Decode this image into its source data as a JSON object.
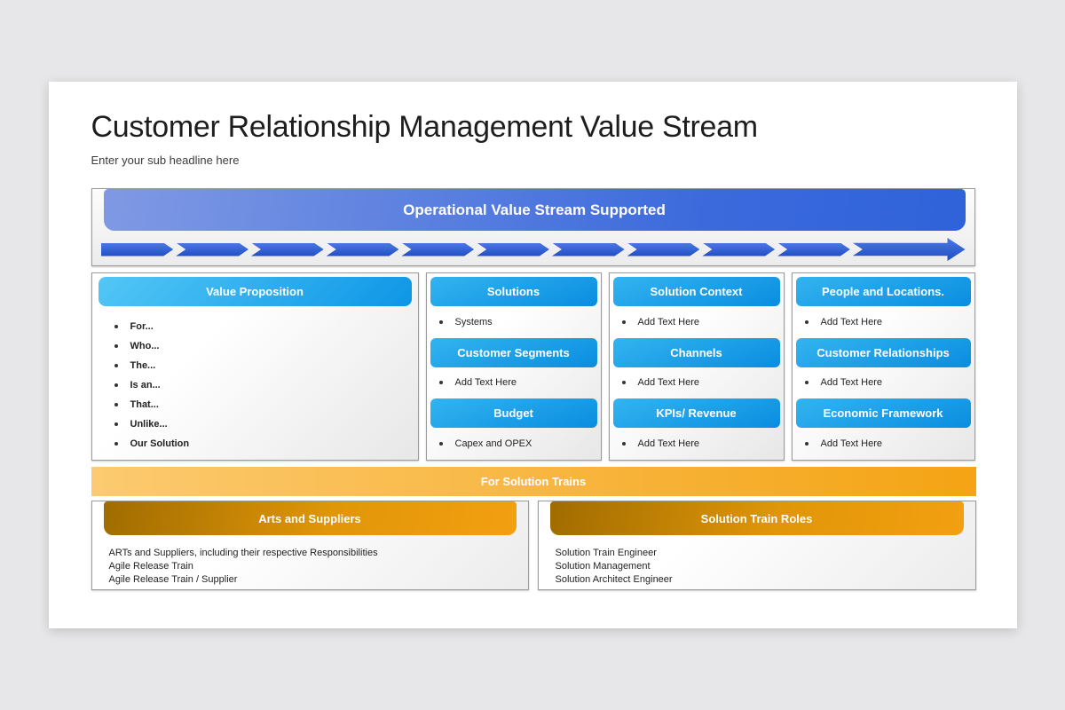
{
  "page": {
    "title": "Customer Relationship Management Value Stream",
    "subtitle": "Enter your sub headline here"
  },
  "top_banner": {
    "label": "Operational Value Stream Supported"
  },
  "columns": [
    {
      "header": "Value Proposition",
      "items": [
        "For...",
        "Who...",
        "The...",
        "Is an...",
        "That...",
        "Unlike...",
        "Our Solution"
      ]
    },
    {
      "sections": [
        {
          "header": "Solutions",
          "item": "Systems"
        },
        {
          "header": "Customer Segments",
          "item": "Add Text Here"
        },
        {
          "header": "Budget",
          "item": "Capex and OPEX"
        }
      ]
    },
    {
      "sections": [
        {
          "header": "Solution Context",
          "item": "Add Text Here"
        },
        {
          "header": "Channels",
          "item": "Add Text Here"
        },
        {
          "header": "KPIs/ Revenue",
          "item": "Add Text Here"
        }
      ]
    },
    {
      "sections": [
        {
          "header": "People and Locations.",
          "item": "Add Text Here"
        },
        {
          "header": "Customer Relationships",
          "item": "Add Text Here"
        },
        {
          "header": "Economic Framework",
          "item": "Add Text Here"
        }
      ]
    }
  ],
  "solution_band": {
    "label": "For Solution Trains"
  },
  "bottom_boxes": [
    {
      "header": "Arts and Suppliers",
      "lines": [
        "ARTs and Suppliers, including their respective Responsibilities",
        "Agile Release Train",
        "Agile Release Train / Supplier"
      ]
    },
    {
      "header": "Solution Train Roles",
      "lines": [
        "Solution Train Engineer",
        "Solution Management",
        "Solution Architect Engineer"
      ]
    }
  ],
  "colors": {
    "canvas_background": "#e7e6e8",
    "slide_background": "#ffffff",
    "banner_blue_start": "#8099e4",
    "banner_blue_end": "#2f62da",
    "arrow_blue": "#2a5ad4",
    "header_cyan_start": "#45c2f5",
    "header_cyan_end": "#0c91e4",
    "band_orange_start": "#fcca70",
    "band_orange_end": "#f4a414",
    "header_orange_start": "#a06c00",
    "header_orange_end": "#f2a011",
    "box_border": "#9b9b9b",
    "text_dark": "#1d1d1d"
  }
}
